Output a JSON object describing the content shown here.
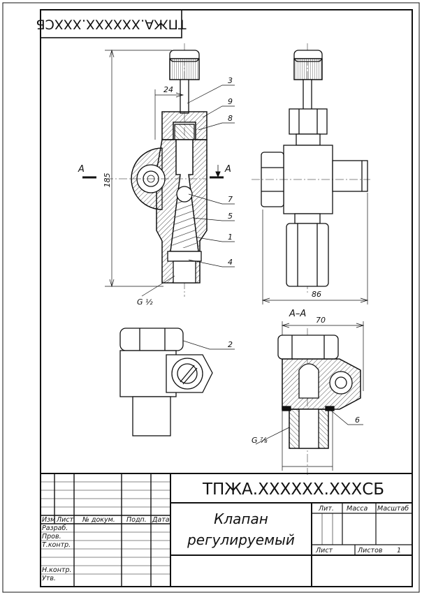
{
  "title_block": {
    "document_code": "ТПЖА.XXXXXX.XXXСБ",
    "part_name_line1": "Клапан",
    "part_name_line2": "регулируемый",
    "rows_header": {
      "izm": "Изм",
      "list": "Лист",
      "doc_no": "№ докум.",
      "sign": "Подп.",
      "date": "Дата"
    },
    "roles": {
      "developer": "Разраб.",
      "checker": "Пров.",
      "tech_control": "Т.контр.",
      "norm_control": "Н.контр.",
      "approved": "Утв."
    },
    "stage_label": "Лит.",
    "mass_label": "Масса",
    "scale_label": "Масштаб",
    "sheet_label": "Лист",
    "sheets_label": "Листов",
    "sheets_count": "1"
  },
  "top_stamp": {
    "code_rotated": "ТПЖА.XXXXXX.XXXСБ"
  },
  "dimensions": {
    "height": "185",
    "offset": "24",
    "width_side": "86",
    "width_section": "70",
    "thread_bottom": "G ½",
    "thread_section": "G ⅞"
  },
  "section": {
    "label": "А–А",
    "mark_left": "А",
    "mark_right": "А"
  },
  "callouts": [
    "1",
    "2",
    "3",
    "4",
    "5",
    "6",
    "7",
    "8",
    "9"
  ]
}
